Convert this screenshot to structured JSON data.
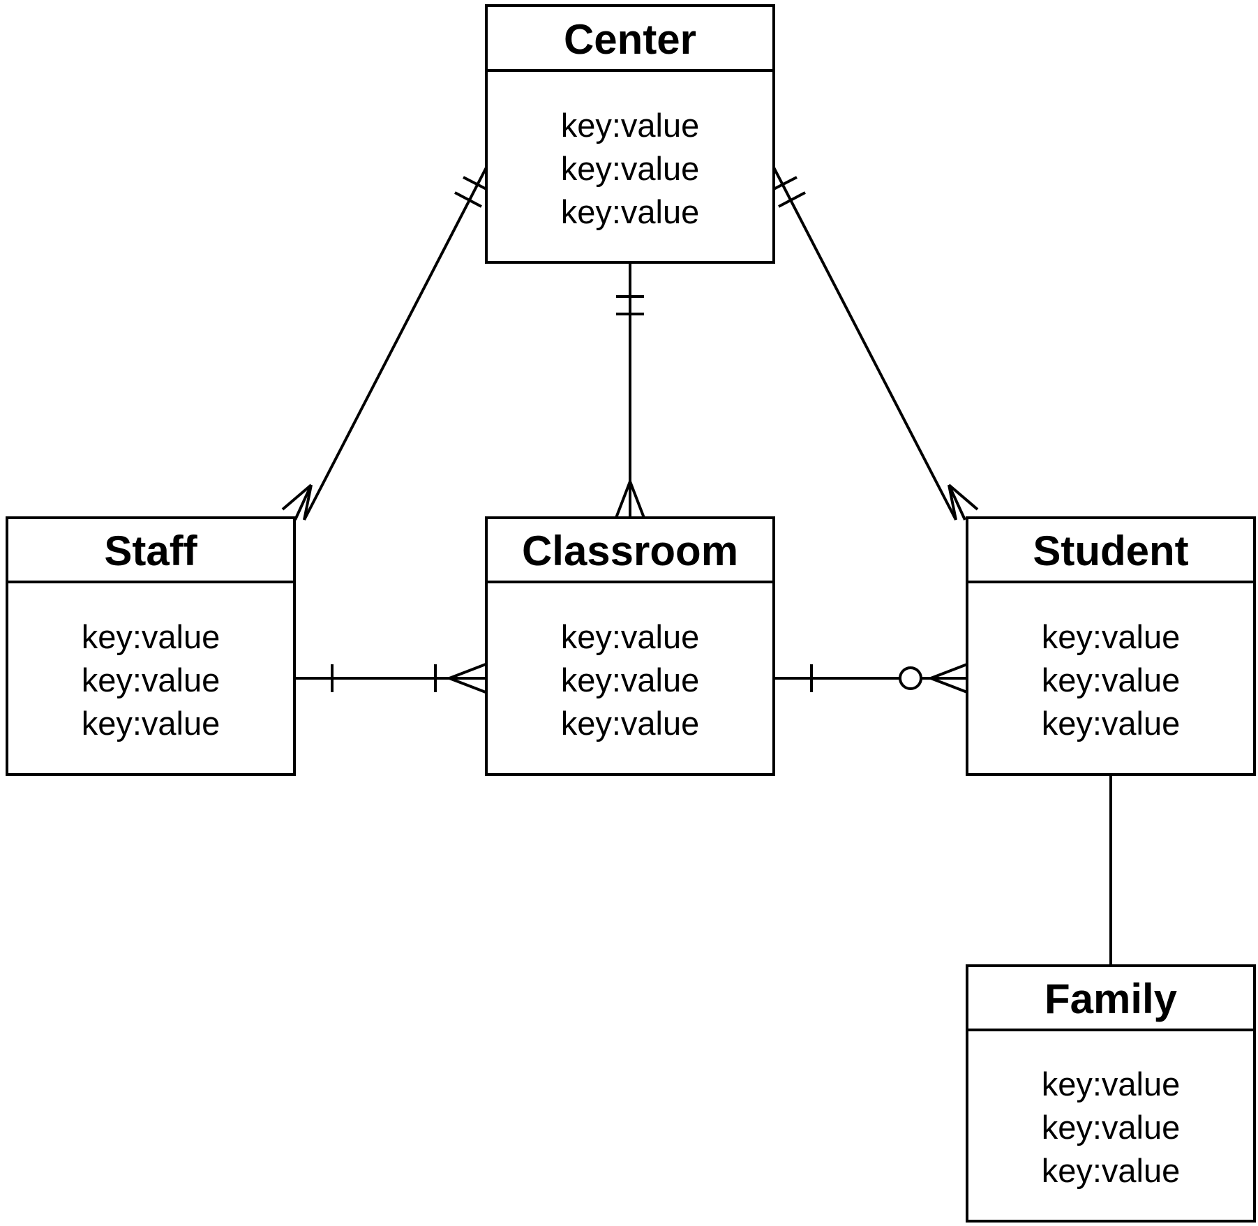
{
  "entities": [
    {
      "id": "center",
      "name": "Center",
      "attributes": [
        "key:value",
        "key:value",
        "key:value"
      ]
    },
    {
      "id": "staff",
      "name": "Staff",
      "attributes": [
        "key:value",
        "key:value",
        "key:value"
      ]
    },
    {
      "id": "classroom",
      "name": "Classroom",
      "attributes": [
        "key:value",
        "key:value",
        "key:value"
      ]
    },
    {
      "id": "student",
      "name": "Student",
      "attributes": [
        "key:value",
        "key:value",
        "key:value"
      ]
    },
    {
      "id": "family",
      "name": "Family",
      "attributes": [
        "key:value",
        "key:value",
        "key:value"
      ]
    }
  ],
  "relationships": [
    {
      "from": "center",
      "to": "staff",
      "from_cardinality": "one-and-only-one",
      "to_cardinality": "many"
    },
    {
      "from": "center",
      "to": "classroom",
      "from_cardinality": "one-and-only-one",
      "to_cardinality": "many"
    },
    {
      "from": "center",
      "to": "student",
      "from_cardinality": "one-and-only-one",
      "to_cardinality": "many"
    },
    {
      "from": "staff",
      "to": "classroom",
      "from_cardinality": "one",
      "to_cardinality": "one-or-many"
    },
    {
      "from": "classroom",
      "to": "student",
      "from_cardinality": "one",
      "to_cardinality": "zero-or-many"
    },
    {
      "from": "student",
      "to": "family",
      "from_cardinality": "none",
      "to_cardinality": "none"
    }
  ],
  "colors": {
    "stroke": "#000000",
    "fill": "#ffffff"
  }
}
